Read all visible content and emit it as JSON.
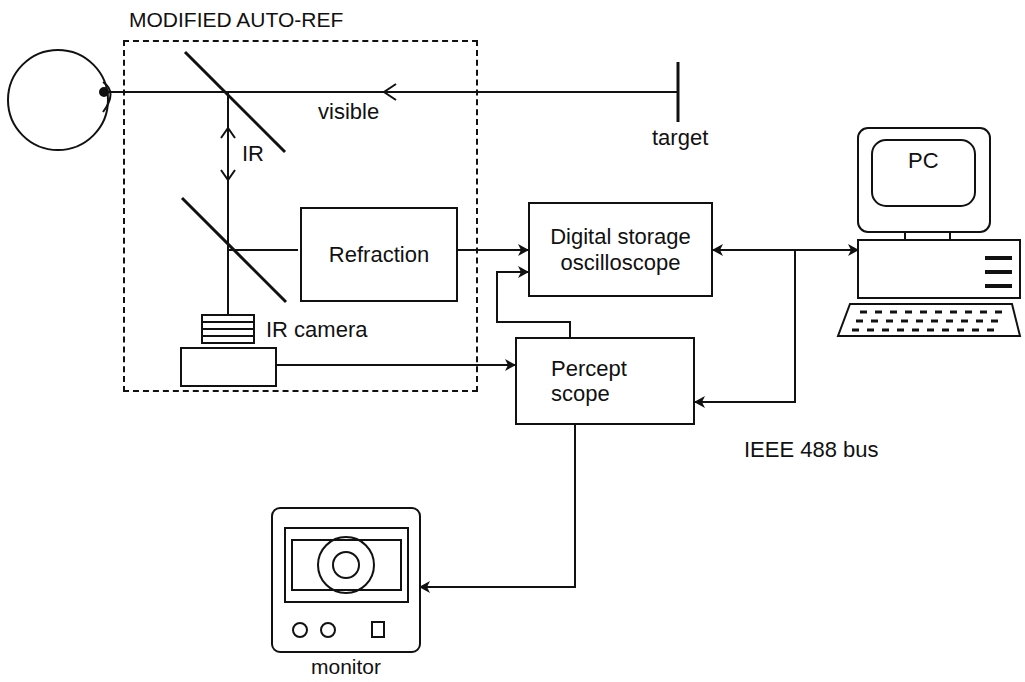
{
  "diagram": {
    "nodes": [
      {
        "text": [
          "MODIFIED AUTO-REF"
        ]
      },
      {
        "text": [
          "Refraction"
        ],
        "in": 0
      },
      {
        "text": [
          "IR camera"
        ],
        "in": 0
      },
      {
        "text": [
          "Digital storage oscilloscope"
        ]
      },
      {
        "text": [
          "Percept scope"
        ]
      },
      {
        "text": [
          "PC"
        ]
      },
      {
        "text": [
          "monitor"
        ]
      }
    ],
    "edges": [
      {
        "from": 1,
        "to": 3,
        "arrow": "to"
      },
      {
        "from": 2,
        "to": 4,
        "arrow": "to"
      },
      {
        "from": 4,
        "to": 3,
        "arrow": "to"
      },
      {
        "from": 3,
        "to": 5,
        "arrow": "both"
      },
      {
        "from": 5,
        "to": 4,
        "arrow": "to"
      },
      {
        "from": 4,
        "to": 6,
        "arrow": "to"
      }
    ],
    "labels": [
      "visible",
      "IR",
      "target",
      "IEEE 488 bus"
    ]
  }
}
